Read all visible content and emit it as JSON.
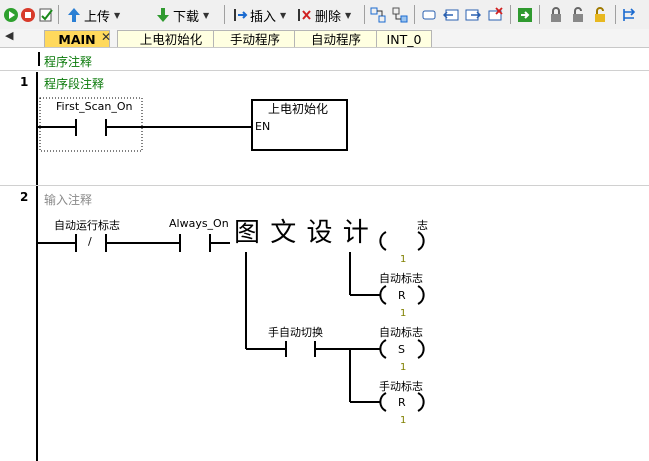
{
  "toolbar": {
    "upload": "上传",
    "download": "下载",
    "insert": "插入",
    "delete": "删除"
  },
  "tabs": {
    "main": "MAIN",
    "power_init": "上电初始化",
    "manual": "手动程序",
    "auto": "自动程序",
    "int0": "INT_0"
  },
  "editor": {
    "program_comment": "程序注释",
    "network1": {
      "number": "1",
      "comment": "程序段注释",
      "contact_label": "First_Scan_On",
      "box_title": "上电初始化",
      "box_pin": "EN"
    },
    "network2": {
      "number": "2",
      "comment": "输入注释",
      "contact1": "自动运行标志",
      "contact1_symbol": "/",
      "contact2": "Always_On",
      "watermark": "图 文 设 计",
      "coil_top_partial": "志",
      "coil1_label": "自动标志",
      "coil1_op": "R",
      "contact3": "手自动切换",
      "coil2_label": "自动标志",
      "coil2_op": "S",
      "coil3_label": "手动标志",
      "coil3_op": "R",
      "n_values": [
        "1",
        "1",
        "1",
        "1"
      ]
    }
  },
  "colors": {
    "comment_green": "#0a7a0a",
    "tab_active": "#ffd95c",
    "tab_bg": "#ffffe1"
  }
}
